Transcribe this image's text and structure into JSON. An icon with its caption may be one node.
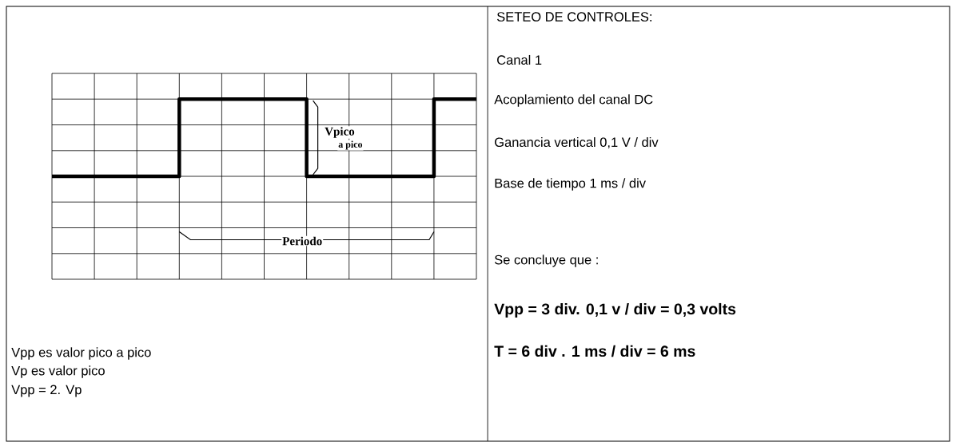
{
  "diagram": {
    "labels": [
      "Vpico",
      "a pico",
      "Periodo",
      "SETEO DE CONTROLES:",
      "Canal 1",
      "Acoplamiento del canal DC",
      "Ganancia vertical 0,1 V / div",
      "Base de tiempo 1 ms / div",
      "Se concluye que :",
      "Vpp es valor pico a pico",
      "Vpp = 3 div. 0,1 v / div = 0,3 volts",
      "Vp es valor pico",
      "Vpp = 2. Vp",
      "T = 6 div . 1 ms / div = 6 ms"
    ]
  }
}
